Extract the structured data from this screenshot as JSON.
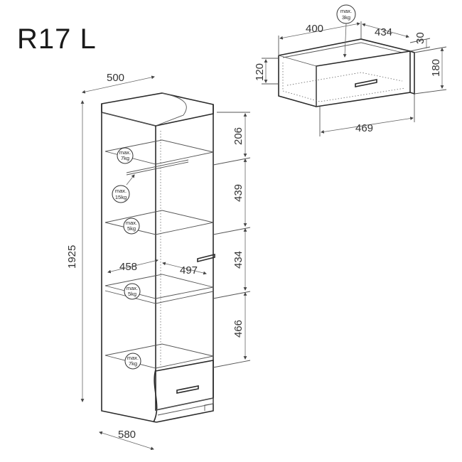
{
  "title": "R17 L",
  "dimensions": {
    "cabinet_depth": "500",
    "cabinet_height": "1925",
    "cabinet_width": "580",
    "shelf_width": "458",
    "shelf_depth": "497",
    "section_1": "206",
    "section_2": "439",
    "section_3": "434",
    "section_4": "466",
    "drawer_width": "400",
    "drawer_depth": "434",
    "drawer_top": "30",
    "drawer_height_inner": "120",
    "drawer_height_outer": "180",
    "drawer_front_width": "469"
  },
  "load_badges": {
    "drawer": {
      "line1": "max.",
      "line2": "3kg"
    },
    "shelf_top": {
      "line1": "max.",
      "line2": "7kg"
    },
    "rail": {
      "line1": "max.",
      "line2": "15kg"
    },
    "shelf_2": {
      "line1": "max.",
      "line2": "5kg"
    },
    "shelf_3": {
      "line1": "max.",
      "line2": "5kg"
    },
    "shelf_4": {
      "line1": "max.",
      "line2": "7kg"
    }
  }
}
